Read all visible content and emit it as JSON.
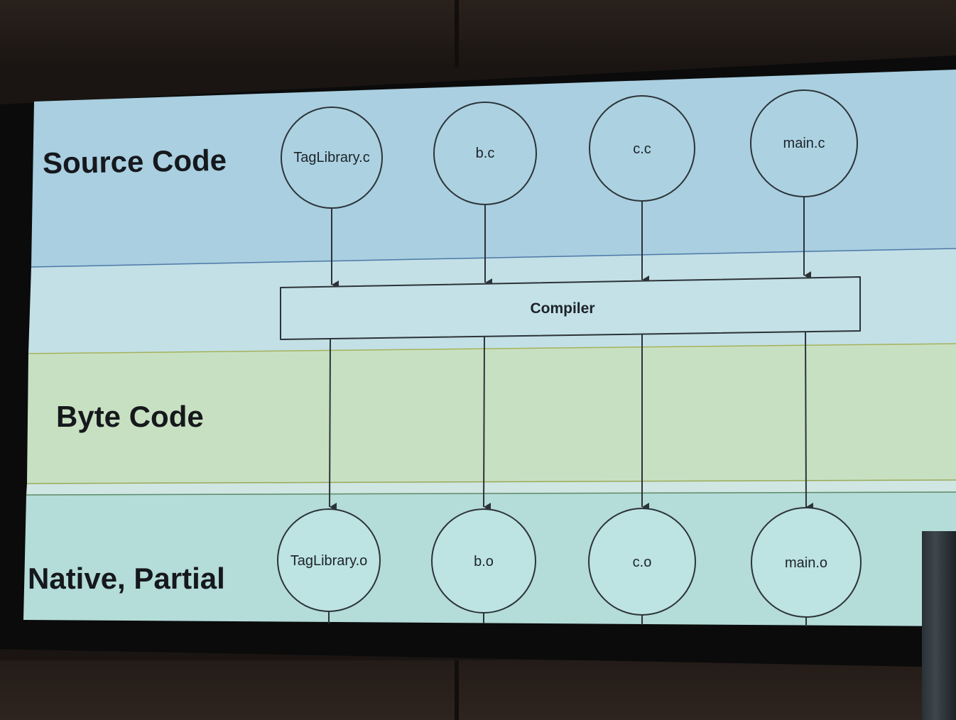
{
  "slide": {
    "lanes": [
      {
        "id": "source",
        "label": "Source Code"
      },
      {
        "id": "byte",
        "label": "Byte Code"
      },
      {
        "id": "native",
        "label": "Native, Partial"
      }
    ],
    "source_files": [
      "TagLibrary.c",
      "b.c",
      "c.c",
      "main.c"
    ],
    "compiler_label": "Compiler",
    "object_files": [
      "TagLibrary.o",
      "b.o",
      "c.o",
      "main.o"
    ]
  },
  "colors": {
    "source_lane": "#a9cfe0",
    "compiler_lane": "#c3e0e6",
    "byte_lane": "#c8e0c2",
    "native_lane": "#b4dcd8",
    "line": "#2c3338"
  }
}
